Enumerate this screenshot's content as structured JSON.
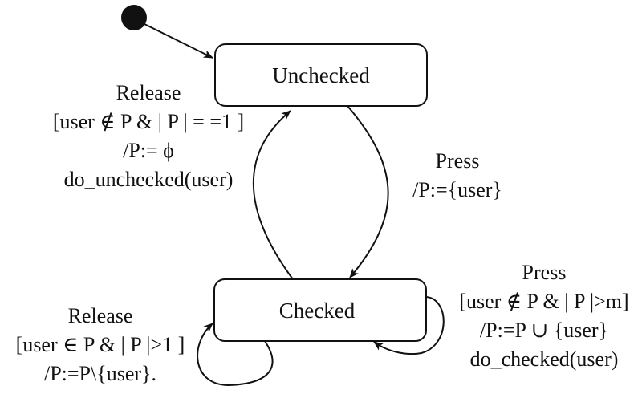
{
  "states": {
    "unchecked": "Unchecked",
    "checked": "Checked"
  },
  "transitions": {
    "release_to_unchecked": {
      "event": "Release",
      "guard": "[user ∉ P & | P | = =1 ]",
      "action1": "/P:= ϕ",
      "action2": "do_unchecked(user)"
    },
    "press_to_checked": {
      "event": "Press",
      "action1": "/P:={user}"
    },
    "press_self_checked": {
      "event": "Press",
      "guard": "[user ∉ P & | P |>m]",
      "action1": "/P:=P ∪ {user}",
      "action2": "do_checked(user)"
    },
    "release_self_checked": {
      "event": "Release",
      "guard": "[user ∈ P & | P |>1 ]",
      "action1": "/P:=P\\{user}."
    }
  }
}
